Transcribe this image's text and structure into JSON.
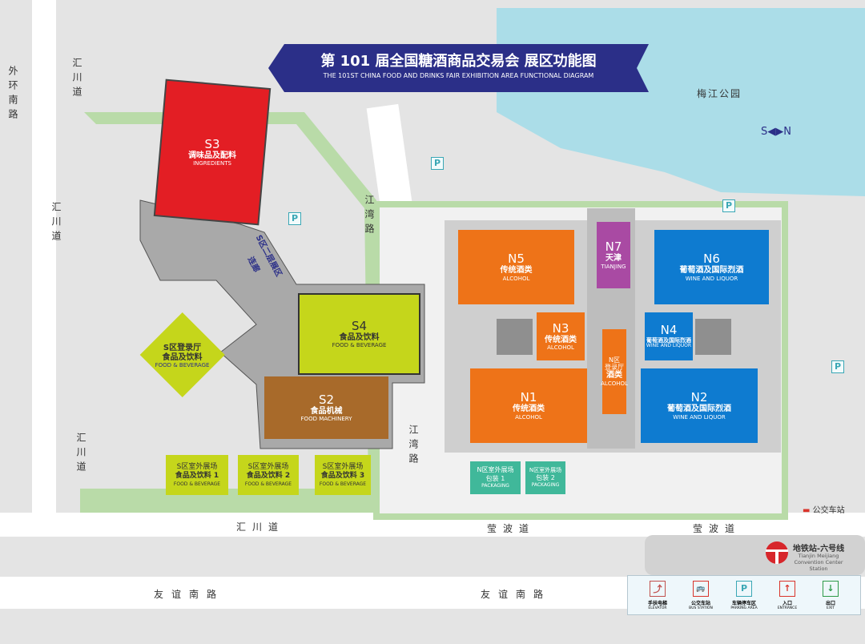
{
  "title": {
    "zh": "第 101 届全国糖酒商品交易会  展区功能图",
    "en": "THE 101ST CHINA FOOD AND DRINKS FAIR  EXHIBITION AREA FUNCTIONAL DIAGRAM"
  },
  "colors": {
    "banner": "#2b2f88",
    "water": "#abdde8",
    "green": "#b9dba8",
    "alcohol": "#ee7318",
    "wine": "#0e7bd0",
    "tianjin": "#a94aa3",
    "ingredients": "#e31e24",
    "food": "#c5d61b",
    "machinery": "#a86a2a",
    "packaging": "#40b89a"
  },
  "halls": {
    "S3": {
      "code": "S3",
      "zh": "调味品及配料",
      "en": "INGREDIENTS"
    },
    "S4": {
      "code": "S4",
      "zh": "食品及饮料",
      "en": "FOOD & BEVERAGE"
    },
    "S2": {
      "code": "S2",
      "zh": "食品机械",
      "en": "FOOD MACHINERY"
    },
    "Slogin": {
      "zh1": "S区登录厅",
      "zh2": "食品及饮料",
      "en": "FOOD & BEVERAGE"
    },
    "N5": {
      "code": "N5",
      "zh": "传统酒类",
      "en": "ALCOHOL"
    },
    "N7": {
      "code": "N7",
      "zh": "天津",
      "en": "TIANJING"
    },
    "N6": {
      "code": "N6",
      "zh": "葡萄酒及国际烈酒",
      "en": "WINE AND LIQUOR"
    },
    "N3": {
      "code": "N3",
      "zh": "传统酒类",
      "en": "ALCOHOL"
    },
    "N4": {
      "code": "N4",
      "zh": "葡萄酒及国际烈酒",
      "en": "WINE AND LIQUOR"
    },
    "N1": {
      "code": "N1",
      "zh": "传统酒类",
      "en": "ALCOHOL"
    },
    "N2": {
      "code": "N2",
      "zh": "葡萄酒及国际烈酒",
      "en": "WINE AND LIQUOR"
    },
    "Nlogin": {
      "zh1": "N区",
      "zh2": "登录厅",
      "zh3": "酒类",
      "en": "ALCOHOL"
    }
  },
  "outdoor_s": [
    {
      "zh": "S区室外展场",
      "sub": "食品及饮料 1",
      "en": "FOOD & BEVERAGE"
    },
    {
      "zh": "S区室外展场",
      "sub": "食品及饮料 2",
      "en": "FOOD & BEVERAGE"
    },
    {
      "zh": "S区室外展场",
      "sub": "食品及饮料 3",
      "en": "FOOD & BEVERAGE"
    }
  ],
  "outdoor_n": [
    {
      "zh": "N区室外展场",
      "sub": "包装 1",
      "en": "PACKAGING"
    },
    {
      "zh": "N区室外展场",
      "sub": "包装 2",
      "en": "PACKAGING"
    }
  ],
  "connector": {
    "zone": "S区二层展区",
    "link": "连廊"
  },
  "roads": {
    "huichuan": "汇川道",
    "waihuan": "外环南路",
    "jiangwan": "江湾路",
    "yingbo": "莹波道",
    "youyi": "友谊南路"
  },
  "places": {
    "park": "梅江公园",
    "compass": "S◀▶N",
    "bus": "公交车站",
    "metro_zh": "地铁站-六号线",
    "metro_en": "Tianjin Meijiang Convention Center Station"
  },
  "parking_label": "P",
  "legend": [
    {
      "icon": "elevator-icon",
      "zh": "手扶电梯",
      "en": "ELEVATOR",
      "color": "#c0504d",
      "glyph": "⤴"
    },
    {
      "icon": "bus-icon",
      "zh": "公交车站",
      "en": "BUS STATION",
      "color": "#d9342b",
      "glyph": "🚌"
    },
    {
      "icon": "parking-icon",
      "zh": "车辆停车区",
      "en": "PARKING AREA",
      "color": "#3aa7b5",
      "glyph": "P"
    },
    {
      "icon": "entrance-icon",
      "zh": "入口",
      "en": "ENTRANCE",
      "color": "#d9342b",
      "glyph": "↑"
    },
    {
      "icon": "exit-icon",
      "zh": "出口",
      "en": "EXIT",
      "color": "#2e9a48",
      "glyph": "↓"
    }
  ]
}
